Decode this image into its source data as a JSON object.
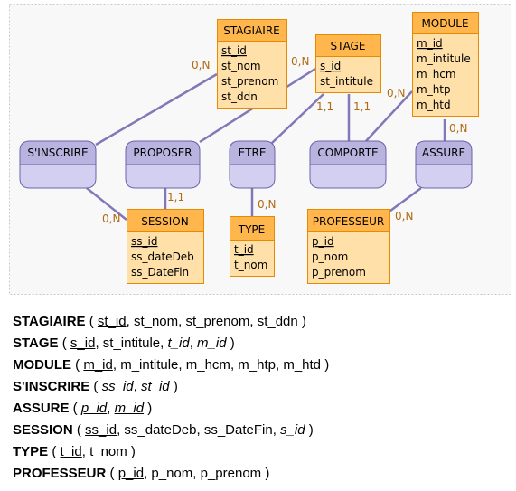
{
  "diagram": {
    "entities": [
      {
        "id": "stagiaire",
        "title": "STAGIAIRE",
        "attrs": [
          {
            "t": "st_id",
            "key": true
          },
          {
            "t": "st_nom"
          },
          {
            "t": "st_prenom"
          },
          {
            "t": "st_ddn"
          }
        ]
      },
      {
        "id": "stage",
        "title": "STAGE",
        "attrs": [
          {
            "t": "s_id",
            "key": true
          },
          {
            "t": "st_intitule"
          }
        ]
      },
      {
        "id": "module",
        "title": "MODULE",
        "attrs": [
          {
            "t": "m_id",
            "key": true
          },
          {
            "t": "m_intitule"
          },
          {
            "t": "m_hcm"
          },
          {
            "t": "m_htp"
          },
          {
            "t": "m_htd"
          }
        ]
      },
      {
        "id": "session",
        "title": "SESSION",
        "attrs": [
          {
            "t": "ss_id",
            "key": true
          },
          {
            "t": "ss_dateDeb"
          },
          {
            "t": "ss_DateFin"
          }
        ]
      },
      {
        "id": "type",
        "title": "TYPE",
        "attrs": [
          {
            "t": "t_id",
            "key": true
          },
          {
            "t": "t_nom"
          }
        ]
      },
      {
        "id": "professeur",
        "title": "PROFESSEUR",
        "attrs": [
          {
            "t": "p_id",
            "key": true
          },
          {
            "t": "p_nom"
          },
          {
            "t": "p_prenom"
          }
        ]
      }
    ],
    "relations": [
      {
        "id": "sinscrire",
        "label": "S'INSCRIRE"
      },
      {
        "id": "proposer",
        "label": "PROPOSER"
      },
      {
        "id": "etre",
        "label": "ETRE"
      },
      {
        "id": "comporte",
        "label": "COMPORTE"
      },
      {
        "id": "assure",
        "label": "ASSURE"
      }
    ],
    "links": [
      {
        "from": "sinscrire",
        "to": "stagiaire",
        "card": "0,N"
      },
      {
        "from": "sinscrire",
        "to": "session",
        "card": "0,N"
      },
      {
        "from": "proposer",
        "to": "stage",
        "card": "0,N"
      },
      {
        "from": "proposer",
        "to": "session",
        "card": "1,1"
      },
      {
        "from": "etre",
        "to": "stage",
        "card": "1,1"
      },
      {
        "from": "etre",
        "to": "type",
        "card": "0,N"
      },
      {
        "from": "comporte",
        "to": "stage",
        "card": "1,1"
      },
      {
        "from": "comporte",
        "to": "module",
        "card": "0,N"
      },
      {
        "from": "assure",
        "to": "module",
        "card": "0,N"
      },
      {
        "from": "assure",
        "to": "professeur",
        "card": "0,N"
      }
    ]
  },
  "schema": [
    {
      "name": "STAGIAIRE",
      "fields": [
        {
          "t": "st_id",
          "pk": true
        },
        {
          "t": "st_nom"
        },
        {
          "t": "st_prenom"
        },
        {
          "t": "st_ddn"
        }
      ]
    },
    {
      "name": "STAGE",
      "fields": [
        {
          "t": "s_id",
          "pk": true
        },
        {
          "t": "st_intitule"
        },
        {
          "t": "t_id",
          "fk": true
        },
        {
          "t": "m_id",
          "fk": true
        }
      ]
    },
    {
      "name": "MODULE",
      "fields": [
        {
          "t": "m_id",
          "pk": true
        },
        {
          "t": "m_intitule"
        },
        {
          "t": "m_hcm"
        },
        {
          "t": "m_htp"
        },
        {
          "t": "m_htd"
        }
      ]
    },
    {
      "name": "S'INSCRIRE",
      "fields": [
        {
          "t": "ss_id",
          "pk": true,
          "fk": true
        },
        {
          "t": "st_id",
          "pk": true,
          "fk": true
        }
      ]
    },
    {
      "name": "ASSURE",
      "fields": [
        {
          "t": "p_id",
          "pk": true,
          "fk": true
        },
        {
          "t": "m_id",
          "pk": true,
          "fk": true
        }
      ]
    },
    {
      "name": "SESSION",
      "fields": [
        {
          "t": "ss_id",
          "pk": true
        },
        {
          "t": "ss_dateDeb"
        },
        {
          "t": "ss_DateFin"
        },
        {
          "t": "s_id",
          "fk": true
        }
      ]
    },
    {
      "name": "TYPE",
      "fields": [
        {
          "t": "t_id",
          "pk": true
        },
        {
          "t": "t_nom"
        }
      ]
    },
    {
      "name": "PROFESSEUR",
      "fields": [
        {
          "t": "p_id",
          "pk": true
        },
        {
          "t": "p_nom"
        },
        {
          "t": "p_prenom"
        }
      ]
    }
  ]
}
